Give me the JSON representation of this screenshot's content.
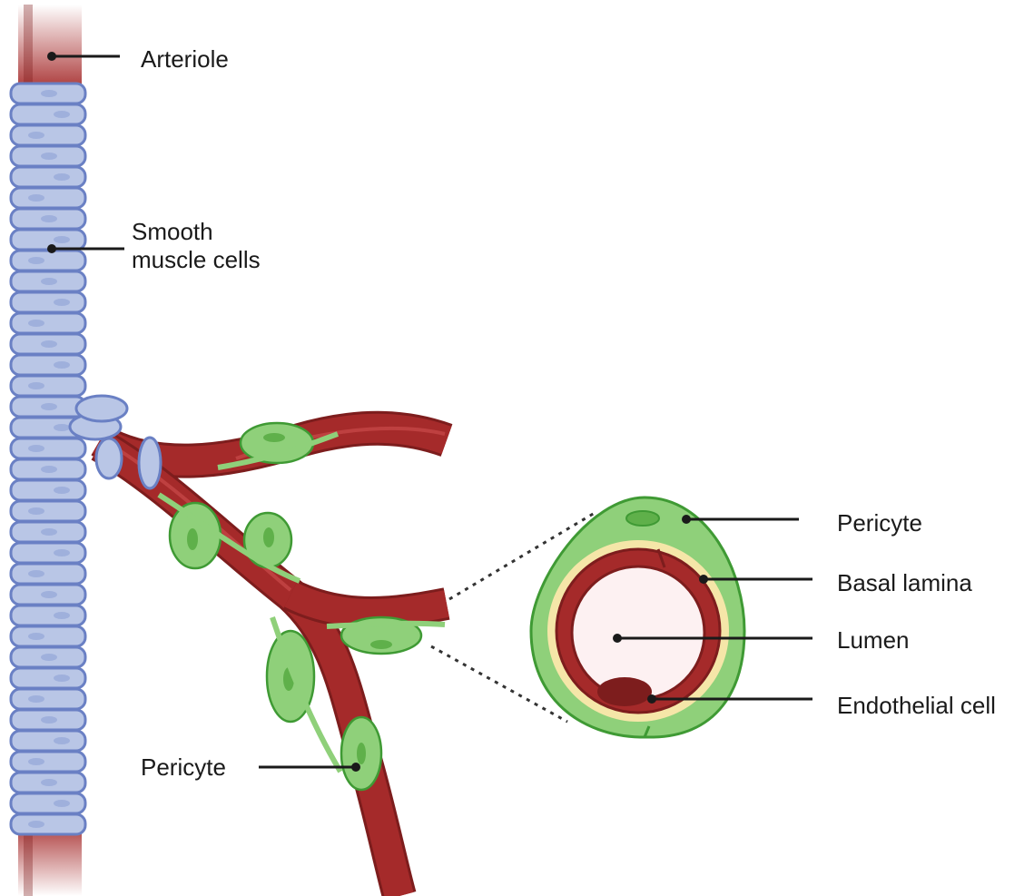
{
  "labels": {
    "arteriole": "Arteriole",
    "smooth_muscle_line1": "Smooth",
    "smooth_muscle_line2": "muscle cells",
    "pericyte_branch": "Pericyte",
    "pericyte_cross": "Pericyte",
    "basal_lamina": "Basal lamina",
    "lumen": "Lumen",
    "endothelial_cell": "Endothelial cell"
  },
  "colors": {
    "vessel": "#a52a2a",
    "vessel_dark": "#7d1d1d",
    "smooth_muscle": "#b9c6e6",
    "smooth_muscle_outline": "#6a80c4",
    "pericyte": "#8fd07a",
    "pericyte_outline": "#3f9a34",
    "basal_lamina": "#f5e6a8",
    "lumen": "#fdf1f2",
    "leader": "#1a1a1a"
  }
}
